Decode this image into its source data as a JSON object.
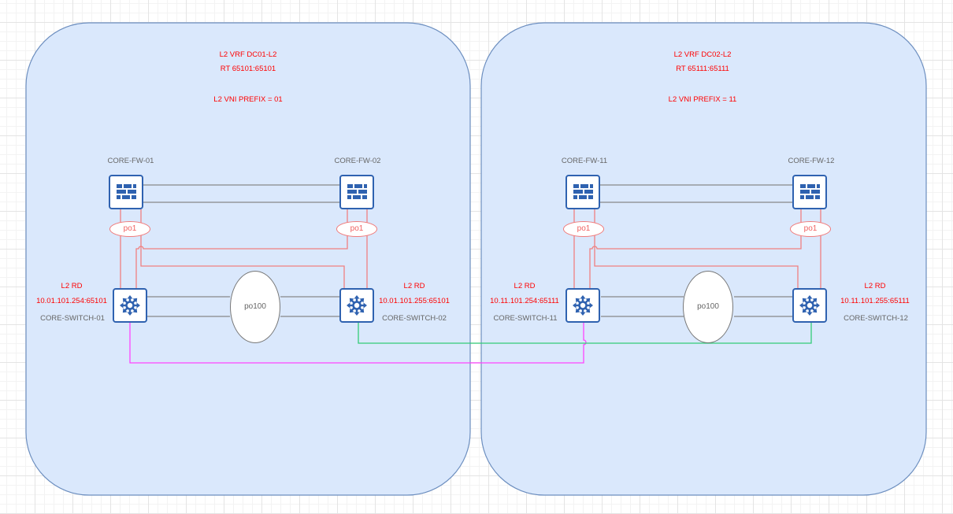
{
  "sites": [
    {
      "vrf": "L2 VRF DC01-L2",
      "rt": "RT 65101:65101",
      "vni_prefix": "L2 VNI PREFIX = 01",
      "firewalls": [
        {
          "name": "CORE-FW-01"
        },
        {
          "name": "CORE-FW-02"
        }
      ],
      "switches": [
        {
          "name": "CORE-SWITCH-01",
          "rd_label": "L2 RD",
          "rd": "10.01.101.254:65101"
        },
        {
          "name": "CORE-SWITCH-02",
          "rd_label": "L2 RD",
          "rd": "10.01.101.255:65101"
        }
      ],
      "po1_label": "po1",
      "po100_label": "po100"
    },
    {
      "vrf": "L2 VRF DC02-L2",
      "rt": "RT 65111:65111",
      "vni_prefix": "L2 VNI PREFIX = 11",
      "firewalls": [
        {
          "name": "CORE-FW-11"
        },
        {
          "name": "CORE-FW-12"
        }
      ],
      "switches": [
        {
          "name": "CORE-SWITCH-11",
          "rd_label": "L2 RD",
          "rd": "10.11.101.254:65111"
        },
        {
          "name": "CORE-SWITCH-12",
          "rd_label": "L2 RD",
          "rd": "10.11.101.255:65111"
        }
      ],
      "po1_label": "po1",
      "po100_label": "po100"
    }
  ],
  "colors": {
    "container_fill": "#dae8fc",
    "container_stroke": "#6c8ebf",
    "icon_blue": "#2f62b0",
    "po1_link": "#f08080",
    "dci_link_magenta": "#ff44ff",
    "dci_link_green": "#33cc77",
    "peer_link": "#888888",
    "label_red": "#ff0000"
  }
}
